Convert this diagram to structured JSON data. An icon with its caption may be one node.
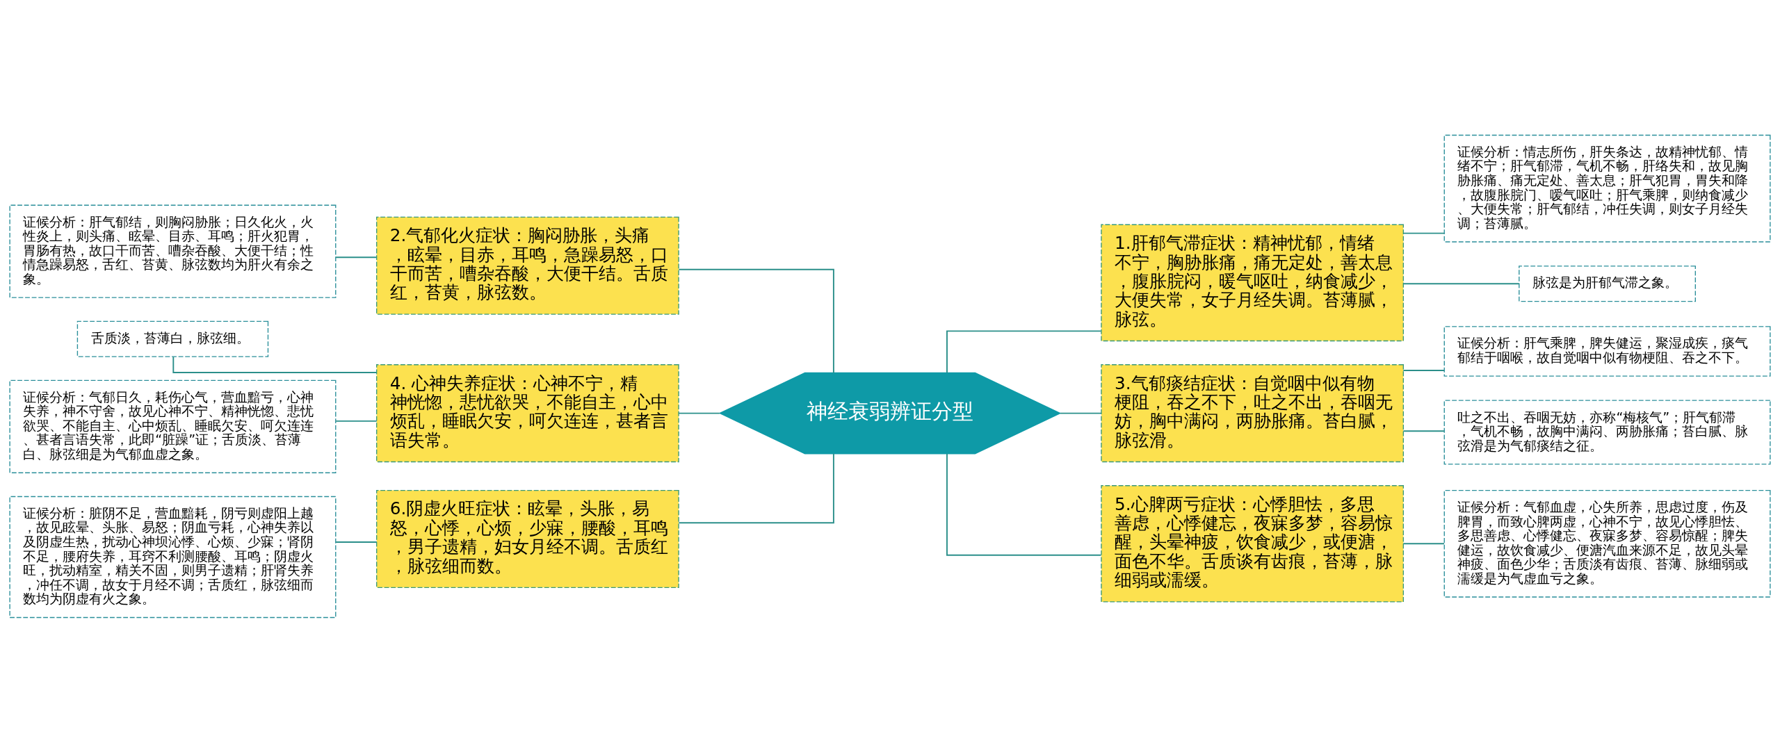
{
  "diagram": {
    "nodes": [
      {
        "text": [
          "神经衰弱辨证分型"
        ]
      },
      {
        "text": [
          "2.气郁化火症状：胸闷胁胀，头痛，眩晕，目赤，耳鸣，急躁易怒，口干而苦，嘈杂吞酸，大便干结。舌质红，苔黄，脉弦数。"
        ]
      },
      {
        "text": [
          "证候分析：肝气郁结，则胸闷胁胀；日久化火，火性炎上，则头痛、眩晕、目赤、耳鸣；肝火犯胃，胃肠有热，故口干而苦、嘈杂吞酸、大便干结；性情急躁易怒，舌红、苔黄、脉弦数均为肝火有余之象。"
        ]
      },
      {
        "text": [
          "4. 心神失养症状：心神不宁，精神恍惚，悲忧欲哭，不能自主，心中烦乱，睡眠欠安，呵欠连连，甚者言语失常。"
        ]
      },
      {
        "text": [
          "舌质淡，苔薄白，脉弦细。"
        ]
      },
      {
        "text": [
          "证候分析：气郁日久，耗伤心气，营血黯亏，心神失养，神不守舍，故见心神不宁、精神恍惚、悲忧欲哭、不能自主、心中烦乱、睡眠欠安、呵欠连连、甚者言语失常，此即“脏躁”证；舌质淡、苔薄白、脉弦细是为气郁血虚之象。"
        ]
      },
      {
        "text": [
          "6.阴虚火旺症状：眩晕，头胀，易怒，心悸，心烦，少寐，腰酸，耳鸣，男子遗精，妇女月经不调。舌质红，脉弦细而数。"
        ]
      },
      {
        "text": [
          "证候分析：脏阴不足，营血黯耗，阴亏则虚阳上越，故见眩晕、头胀、易怒；阴血亏耗，心神失养以及阴虚生热，扰动心神坝沁悸、心烦、少寐；肾阴不足，腰府失养，耳窍不利测腰酸、耳鸣；阴虚火旺，扰动精室，精关不固，则男子遗精；肝肾失养，冲任不调，故女于月经不调；舌质红，脉弦细而数均为阴虚有火之象。"
        ]
      },
      {
        "text": [
          "1.肝郁气滞症状：精神忧郁，情绪不宁，胸胁胀痛，痛无定处，善太息，腹胀脘闷，暖气呕吐，纳食减少，大便失常，女子月经失调。苔薄腻，脉弦。"
        ]
      },
      {
        "text": [
          "证候分析：情志所伤，肝失条达，故精神忧郁、情绪不宁；肝气郁滞，气机不畅，肝络失和，故见胸胁胀痛、痛无定处、善太息；肝气犯胃，胃失和降，故腹胀脘门、嗳气呕吐；肝气乘脾，则纳食减少、大便失常；肝气郁结，冲任失调，则女子月经失调；苔薄腻。"
        ]
      },
      {
        "text": [
          "脉弦是为肝郁气滞之象。"
        ]
      },
      {
        "text": [
          "3.气郁痰结症状：自觉咽中似有物梗阻，吞之不下，吐之不出，吞咽无妨，胸中满闷，两胁胀痛。苔白腻，脉弦滑。"
        ]
      },
      {
        "text": [
          "证候分析：肝气乘脾，脾失健运，聚湿成疾，痰气郁结于咽喉，故自觉咽中似有物梗阻、吞之不下。"
        ]
      },
      {
        "text": [
          "吐之不出、吞咽无妨，亦称“梅核气”；肝气郁滞，气机不畅，故胸中满闷、两胁胀痛；苔白腻、脉弦滑是为气郁痰结之征。"
        ]
      },
      {
        "text": [
          "5.心脾两亏症状：心悸胆怯，多思善虑，心悸健忘，夜寐多梦，容易惊醒，头晕神疲，饮食减少，或便溏，面色不华。舌质谈有齿痕，苔薄，脉细弱或濡缓。"
        ]
      },
      {
        "text": [
          "证候分析：气郁血虚，心失所养，思虑过度，伤及脾胃，而致心脾两虚，心神不宁，故见心悸胆怯、多思善虑、心悸健忘、夜寐多梦、容易惊醒；脾失健运，故饮食减少、便溏汽血来源不足，故见头晕神疲、面色少华；舌质淡有齿痕、苔薄、脉细弱或濡缓是为气虚血亏之象。"
        ]
      }
    ],
    "edges": [
      {
        "from": 0,
        "to": 1,
        "arrow": "none"
      },
      {
        "from": 0,
        "to": 3,
        "arrow": "none"
      },
      {
        "from": 0,
        "to": 6,
        "arrow": "none"
      },
      {
        "from": 0,
        "to": 8,
        "arrow": "none"
      },
      {
        "from": 0,
        "to": 11,
        "arrow": "none"
      },
      {
        "from": 0,
        "to": 14,
        "arrow": "none"
      },
      {
        "from": 1,
        "to": 2,
        "arrow": "none"
      },
      {
        "from": 3,
        "to": 4,
        "arrow": "none"
      },
      {
        "from": 3,
        "to": 5,
        "arrow": "none"
      },
      {
        "from": 6,
        "to": 7,
        "arrow": "none"
      },
      {
        "from": 8,
        "to": 9,
        "arrow": "none"
      },
      {
        "from": 8,
        "to": 10,
        "arrow": "none"
      },
      {
        "from": 11,
        "to": 12,
        "arrow": "none"
      },
      {
        "from": 11,
        "to": 13,
        "arrow": "none"
      },
      {
        "from": 14,
        "to": 15,
        "arrow": "none"
      }
    ]
  }
}
